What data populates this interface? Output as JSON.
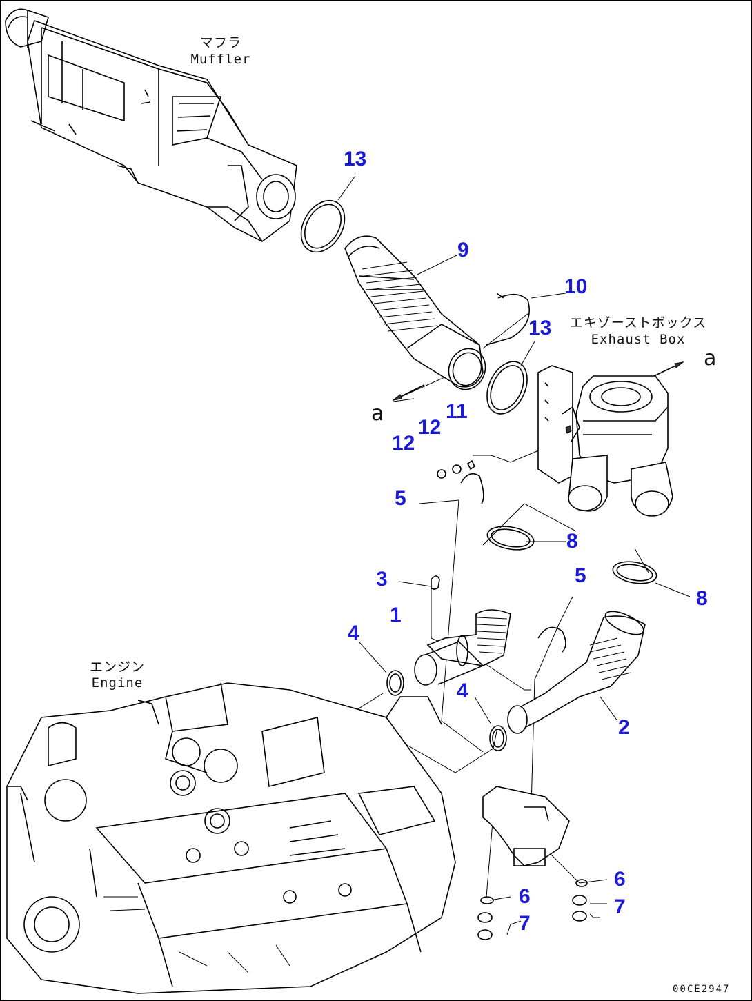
{
  "diagram": {
    "captions": {
      "muffler_jp": "マフラ",
      "muffler_en": "Muffler",
      "exhaust_box_jp": "エキゾーストボックス",
      "exhaust_box_en": "Exhaust Box",
      "engine_jp": "エンジン",
      "engine_en": "Engine"
    },
    "reference_marks": {
      "a_upper": "a",
      "a_lower": "a"
    },
    "drawing_code": "00CE2947",
    "callouts": [
      {
        "id": "c13a",
        "label": "13"
      },
      {
        "id": "c9",
        "label": "9"
      },
      {
        "id": "c10",
        "label": "10"
      },
      {
        "id": "c13b",
        "label": "13"
      },
      {
        "id": "c11",
        "label": "11"
      },
      {
        "id": "c12a",
        "label": "12"
      },
      {
        "id": "c12b",
        "label": "12"
      },
      {
        "id": "c5a",
        "label": "5"
      },
      {
        "id": "c8a",
        "label": "8"
      },
      {
        "id": "c3",
        "label": "3"
      },
      {
        "id": "c5b",
        "label": "5"
      },
      {
        "id": "c8b",
        "label": "8"
      },
      {
        "id": "c1",
        "label": "1"
      },
      {
        "id": "c4a",
        "label": "4"
      },
      {
        "id": "c4b",
        "label": "4"
      },
      {
        "id": "c2",
        "label": "2"
      },
      {
        "id": "c6a",
        "label": "6"
      },
      {
        "id": "c6b",
        "label": "6"
      },
      {
        "id": "c7a",
        "label": "7"
      },
      {
        "id": "c7b",
        "label": "7"
      }
    ]
  }
}
